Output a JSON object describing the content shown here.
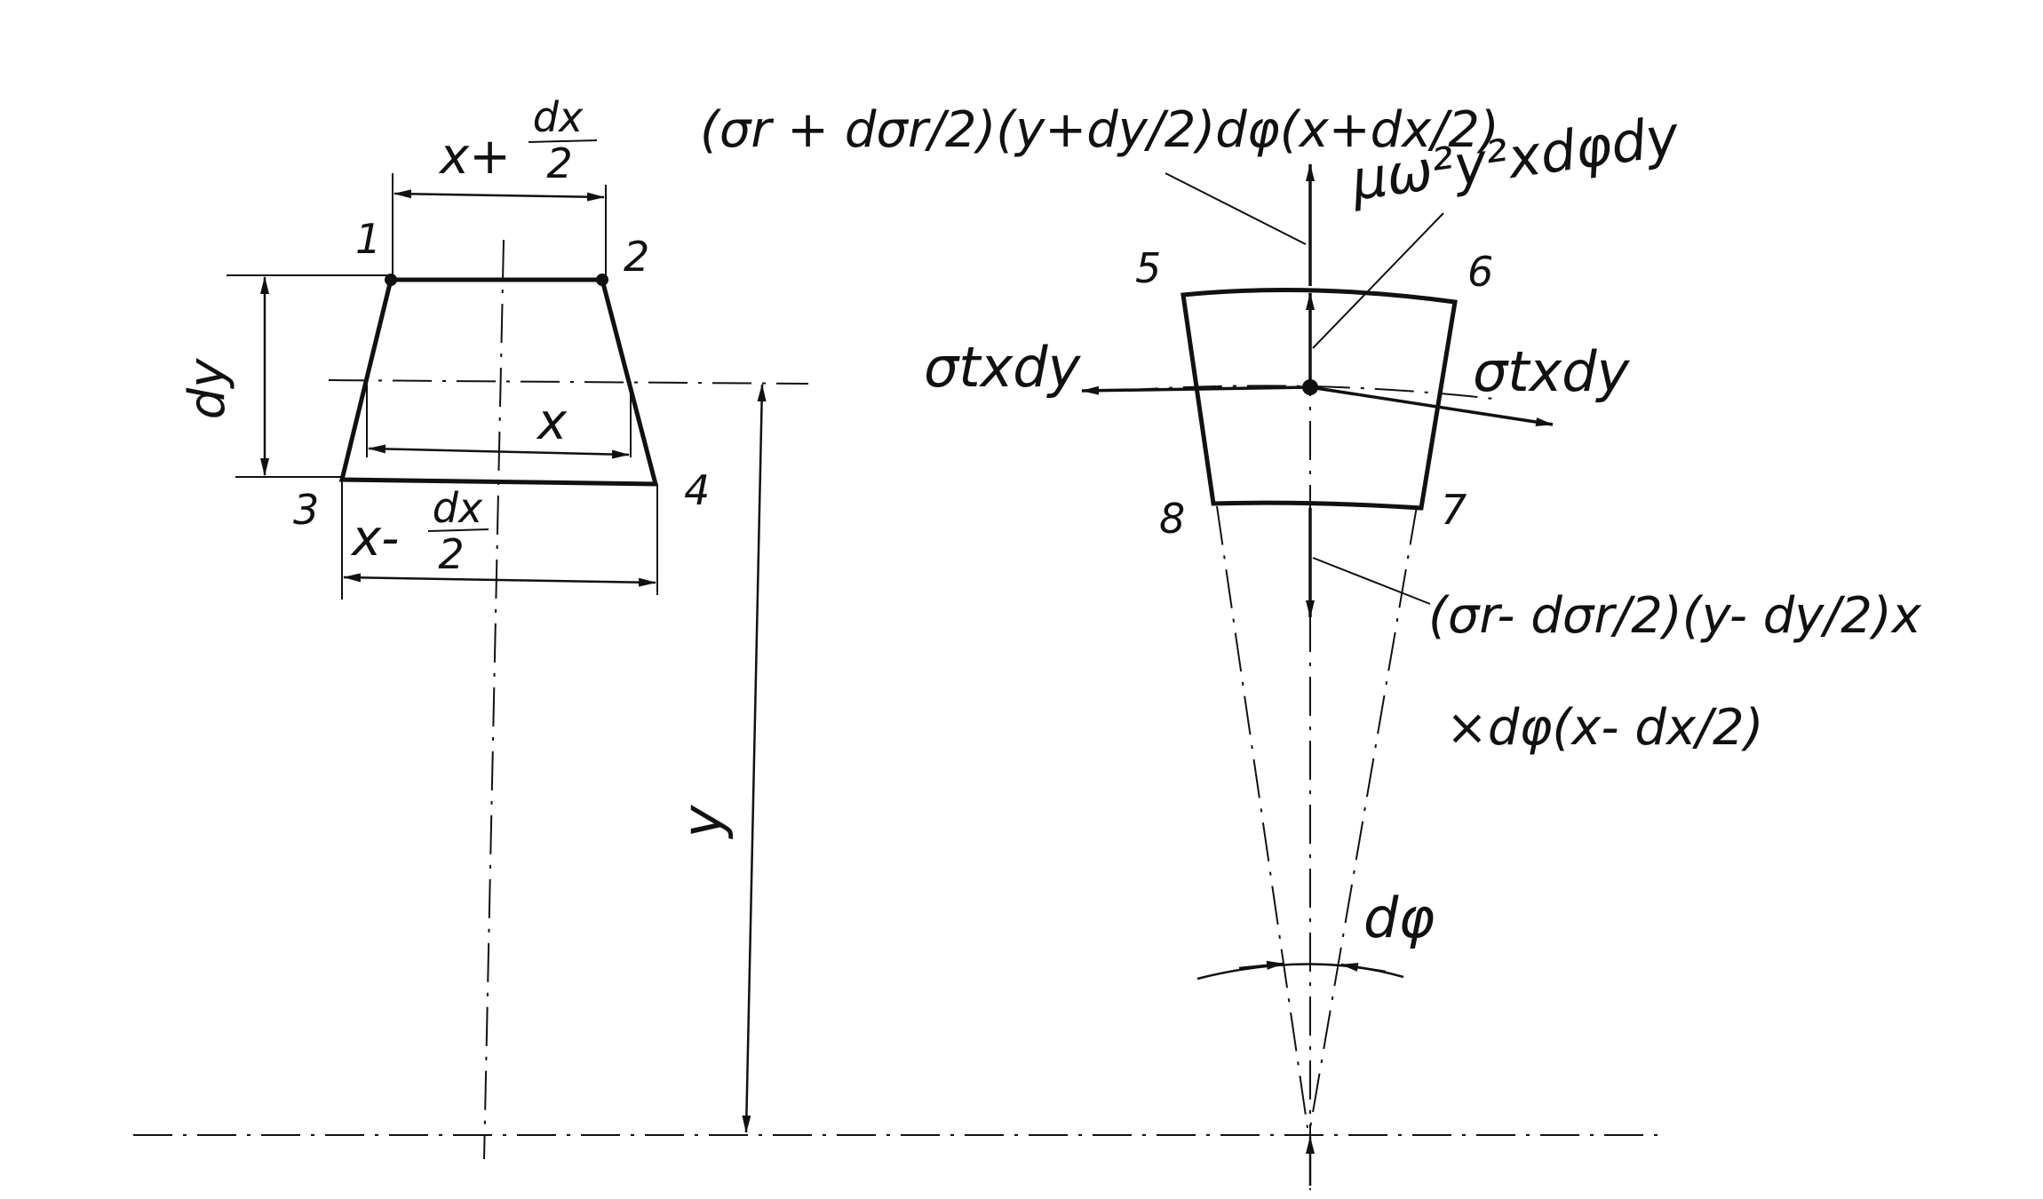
{
  "left_element": {
    "top_width": {
      "main": "x+",
      "num": "dx",
      "den": "2"
    },
    "bottom_width": {
      "main": "x-",
      "num": "dx",
      "den": "2"
    },
    "middle_width": "x",
    "height": "dy",
    "radius": "y",
    "corner_labels": [
      "1",
      "2",
      "3",
      "4"
    ]
  },
  "right_element": {
    "corner_labels": [
      "5",
      "6",
      "7",
      "8"
    ],
    "outer_force": "(σr + dσr/2)(y+dy/2)dφ(x+dx/2)",
    "body_force": "μω²y²xdφdy",
    "tangential_force_left": "σtxdy",
    "tangential_force_right": "σtxdy",
    "inner_force_line1": "(σr- dσr/2)(y- dy/2)x",
    "inner_force_line2": "×dφ(x- dx/2)",
    "angle_label": "dφ"
  }
}
